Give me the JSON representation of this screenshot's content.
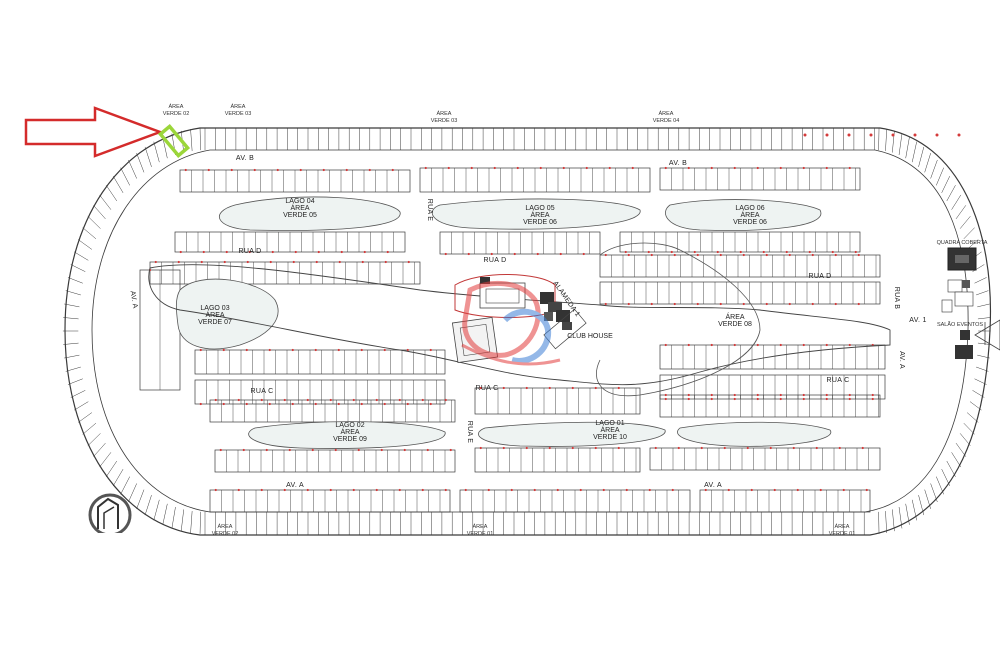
{
  "plan": {
    "club_house": "CLUB HOUSE",
    "alameda": "ALAMEDA 1",
    "quadra": "QUADRA COBERTA",
    "salao": "SALÃO EVENTOS",
    "lakes": [
      {
        "id": "lago04",
        "l1": "LAGO 04",
        "l2": "ÁREA",
        "l3": "VERDE 05"
      },
      {
        "id": "lago05",
        "l1": "LAGO 05",
        "l2": "ÁREA",
        "l3": "VERDE 06"
      },
      {
        "id": "lago06",
        "l1": "LAGO 06",
        "l2": "ÁREA",
        "l3": "VERDE 06"
      },
      {
        "id": "lago03",
        "l1": "LAGO 03",
        "l2": "ÁREA",
        "l3": "VERDE 07"
      },
      {
        "id": "lago02",
        "l1": "LAGO 02",
        "l2": "ÁREA",
        "l3": "VERDE 09"
      },
      {
        "id": "lago01",
        "l1": "LAGO 01",
        "l2": "ÁREA",
        "l3": "VERDE 10"
      },
      {
        "id": "verde08",
        "l1": "",
        "l2": "ÁREA",
        "l3": "VERDE 08"
      }
    ],
    "streets": [
      {
        "id": "av-b-left",
        "text": "AV. B"
      },
      {
        "id": "av-b-right",
        "text": "AV. B"
      },
      {
        "id": "rua-d-left",
        "text": "RUA D"
      },
      {
        "id": "rua-d-mid",
        "text": "RUA D"
      },
      {
        "id": "rua-d-right",
        "text": "RUA D"
      },
      {
        "id": "rua-e-left",
        "text": "RUA E"
      },
      {
        "id": "rua-e-mid",
        "text": "RUA E"
      },
      {
        "id": "av-a-left",
        "text": "AV. A"
      },
      {
        "id": "av-a-right",
        "text": "AV. A"
      },
      {
        "id": "av-a-bottom-left",
        "text": "AV. A"
      },
      {
        "id": "av-a-bottom-right",
        "text": "AV. A"
      },
      {
        "id": "av-1",
        "text": "AV. 1"
      },
      {
        "id": "rua-c-left",
        "text": "RUA C"
      },
      {
        "id": "rua-c-mid",
        "text": "RUA C"
      },
      {
        "id": "rua-c-right",
        "text": "RUA C"
      },
      {
        "id": "rua-b",
        "text": "RUA B"
      }
    ],
    "green_areas": [
      {
        "id": "ga-verde02-top",
        "l1": "ÁREA",
        "l2": "VERDE 02"
      },
      {
        "id": "ga-verde03-top",
        "l1": "ÁREA",
        "l2": "VERDE 03"
      },
      {
        "id": "ga-verde03-mid",
        "l1": "ÁREA",
        "l2": "VERDE 03"
      },
      {
        "id": "ga-verde04",
        "l1": "ÁREA",
        "l2": "VERDE 04"
      },
      {
        "id": "ga-verde02-bottom",
        "l1": "ÁREA",
        "l2": "VERDE 02"
      },
      {
        "id": "ga-verde01-bottom",
        "l1": "ÁREA",
        "l2": "VERDE 01"
      },
      {
        "id": "ga-verde01-right",
        "l1": "ÁREA",
        "l2": "VERDE 01"
      }
    ],
    "colors": {
      "arrow": "#d42b2b",
      "highlight_lot": "#9bd63a",
      "lake": "#eef3f2",
      "road": "#f7f7f7",
      "line": "#3a3a3a",
      "marker": "#d43a3a",
      "watermark_red": "#e23b3b",
      "watermark_blue": "#3d7fd6"
    }
  }
}
